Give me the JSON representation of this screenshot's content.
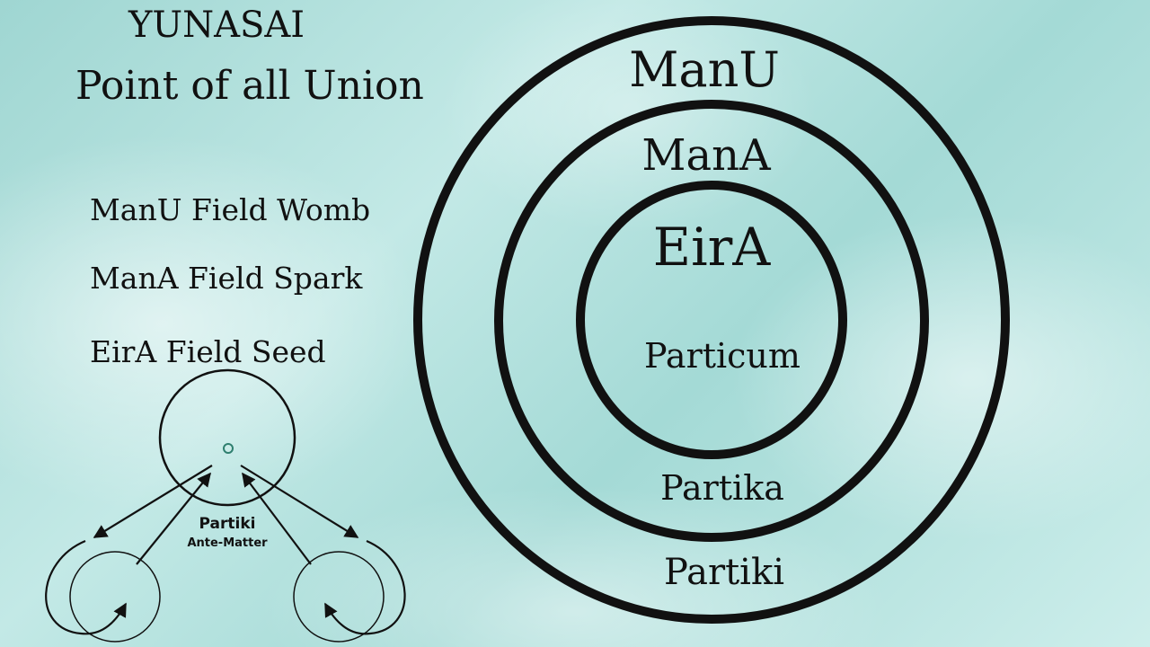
{
  "title": {
    "line1": "YUNASAI",
    "line2": "Point of all Union"
  },
  "fields": [
    {
      "label": "ManU Field Womb"
    },
    {
      "label": "ManA Field Spark"
    },
    {
      "label": "EirA Field Seed"
    }
  ],
  "rings": {
    "outer": "ManU",
    "middle": "ManA",
    "inner": "EirA",
    "inner_center": "Particum",
    "middle_bottom": "Partika",
    "outer_bottom": "Partiki"
  },
  "mini_diagram": {
    "label": "Partiki",
    "sublabel": "Ante-Matter",
    "center_dot_color": "#2f7f6f"
  }
}
